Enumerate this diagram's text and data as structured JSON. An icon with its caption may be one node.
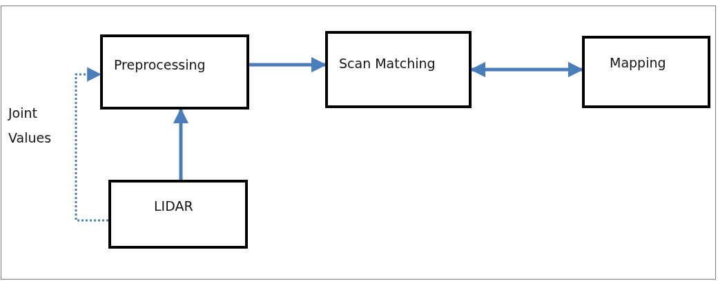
{
  "diagram": {
    "nodes": [
      {
        "text": [
          "Preprocessing"
        ]
      },
      {
        "text": [
          "Scan Matching"
        ]
      },
      {
        "text": [
          "Mapping"
        ]
      },
      {
        "text": [
          "LIDAR"
        ]
      }
    ],
    "edges": [
      {
        "from": 0,
        "to": 1,
        "arrow": "to"
      },
      {
        "from": 1,
        "to": 2,
        "arrow": "both"
      },
      {
        "from": 3,
        "to": 0,
        "arrow": "to"
      },
      {
        "from": 3,
        "to": 0,
        "arrow": "to",
        "label": "Joint Values",
        "style": "dashed"
      }
    ]
  }
}
